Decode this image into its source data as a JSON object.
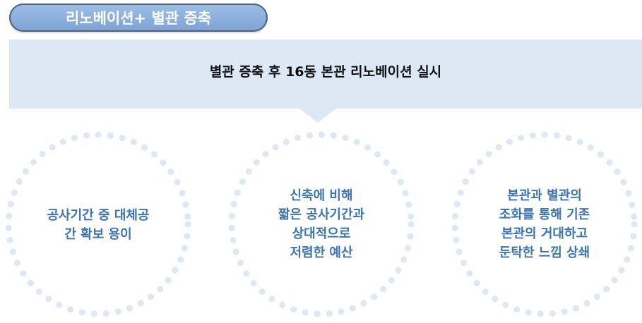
{
  "header": {
    "title": "리노베이션+ 별관 증축"
  },
  "banner": {
    "text": "별관 증축 후 16동 본관 리노베이션 실시"
  },
  "circles": [
    {
      "lines": [
        "공사기간 중 대체공",
        "간 확보 용이"
      ]
    },
    {
      "lines": [
        "신축에 비해",
        "짧은 공사기간과",
        "상대적으로",
        "저렴한 예산"
      ]
    },
    {
      "lines": [
        "본관과 별관의",
        "조화를 통해 기존",
        "본관의 거대하고",
        "둔탁한 느낌 상쇄"
      ]
    }
  ],
  "colors": {
    "title_fill": "#7ea3d4",
    "banner_fill": "#dde8f5",
    "dot_color": "#dde8f5",
    "circle_text": "#3b73b3"
  }
}
